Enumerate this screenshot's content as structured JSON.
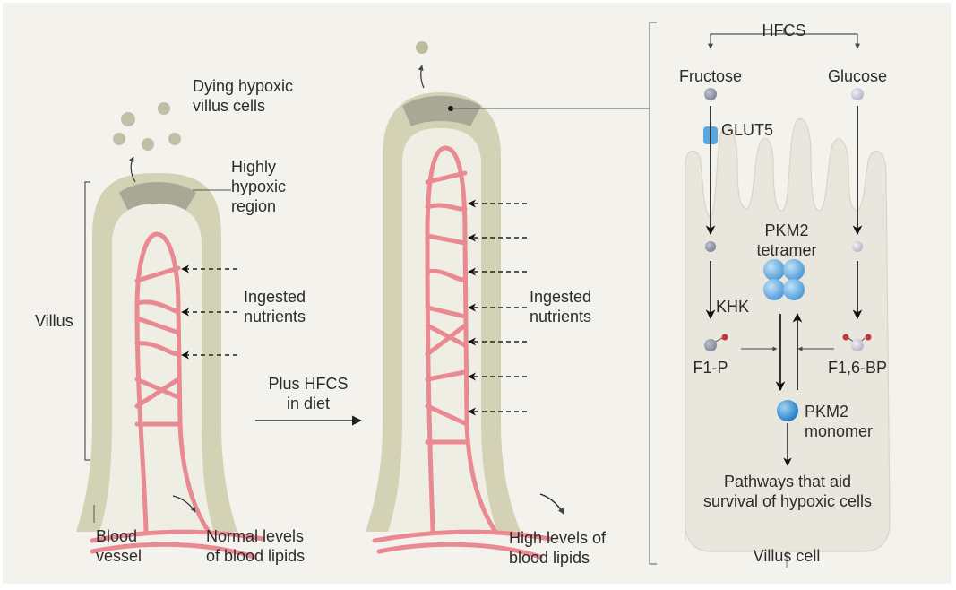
{
  "left_panel": {
    "dying_cells_label": [
      "Dying hypoxic",
      "villus cells"
    ],
    "hypoxic_region_label": [
      "Highly",
      "hypoxic",
      "region"
    ],
    "villus_label": "Villus",
    "nutrients_label": [
      "Ingested",
      "nutrients"
    ],
    "blood_vessel_label": [
      "Blood",
      "vessel"
    ],
    "lipids_label": [
      "Normal levels",
      "of blood lipids"
    ]
  },
  "transition": {
    "label": [
      "Plus HFCS",
      "in diet"
    ]
  },
  "middle_panel": {
    "nutrients_label": [
      "Ingested",
      "nutrients"
    ],
    "lipids_label": [
      "High levels of",
      "blood lipids"
    ]
  },
  "right_panel": {
    "hfcs": "HFCS",
    "fructose": "Fructose",
    "glucose": "Glucose",
    "glut5": "GLUT5",
    "khk": "KHK",
    "pkm2_tetramer": [
      "PKM2",
      "tetramer"
    ],
    "f1p": "F1-P",
    "f16bp": "F1,6-BP",
    "pkm2_monomer": [
      "PKM2",
      "monomer"
    ],
    "pathways": [
      "Pathways that aid",
      "survival of hypoxic cells"
    ],
    "villus_cell": "Villus cell"
  },
  "colors": {
    "background": "#f4f2ec",
    "epithelium": "#d3d2b5",
    "hypoxic": "#a9a795",
    "vessel": "#e98a93",
    "cell": "#e9e6dd",
    "pkm2": "#6fb3e6",
    "fructose": "#8f93a5",
    "glucose": "#c9cad8",
    "phosphate": "#c0393b",
    "text": "#2b2b2b"
  }
}
